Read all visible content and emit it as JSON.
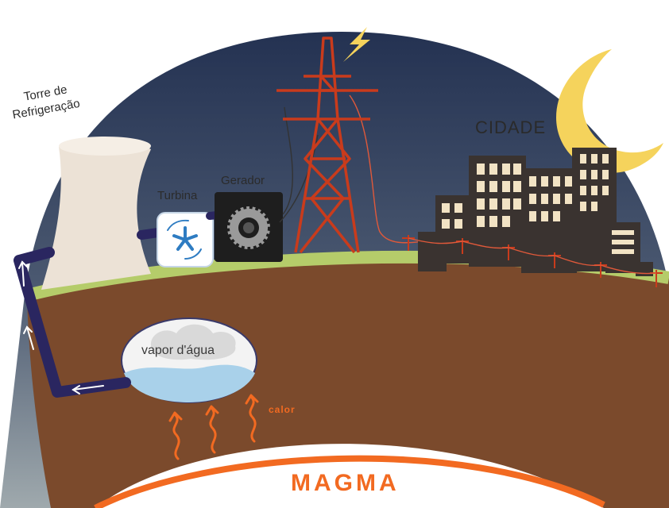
{
  "diagram": {
    "labels": {
      "cooling_tower": [
        "Torre de",
        "Refrigeração"
      ],
      "turbine": "Turbina",
      "generator": "Gerador",
      "city": "CIDADE",
      "vapor": "vapor d'água",
      "heat": "calor",
      "magma": "MAGMA"
    },
    "colors": {
      "sky_top": "#1f2d4e",
      "sky_bottom": "#9fa9ad",
      "ground": "#7b4a2c",
      "grass": "#b5cc6a",
      "pipe": "#2a2660",
      "tower": "#c93b1c",
      "magma": "#f26a21",
      "moon": "#f5d35c",
      "water": "#a9d1ea"
    },
    "icons": [
      "lightning-icon",
      "moon-icon",
      "fan-icon",
      "gear-icon",
      "heat-arrow-icon"
    ]
  }
}
